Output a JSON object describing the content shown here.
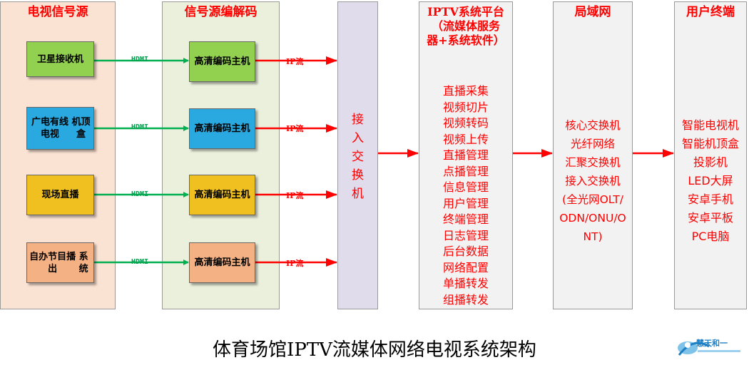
{
  "columns": {
    "source": {
      "title": "电视信号源",
      "color": "#fbe3d4"
    },
    "codec": {
      "title": "信号源编解码",
      "color": "#eaf0dc"
    },
    "switch": {
      "label": "接\n入\n交\n换\n机",
      "color": "#e0dcec"
    },
    "platform": {
      "title": "IPTV系统平台\n（流媒体服务\n器+系统软件）",
      "items": [
        "直播采集",
        "视频切片",
        "视频转码",
        "视频上传",
        "直播管理",
        "点播管理",
        "信息管理",
        "用户管理",
        "终端管理",
        "日志管理",
        "后台数据",
        "网络配置",
        "单播转发",
        "组播转发"
      ],
      "color": "#f2f2f2"
    },
    "lan": {
      "title": "局域网",
      "items": [
        "核心交换机",
        "光纤网络",
        "汇聚交换机",
        "接入交换机",
        "(全光网OLT/",
        "ODN/ONU/O",
        "NT)"
      ],
      "color": "#f2f2f2"
    },
    "terminal": {
      "title": "用户终端",
      "items": [
        "智能电视机",
        "智能机顶盒",
        "投影机",
        "LED大屏",
        "安卓手机",
        "安卓平板",
        "PC电脑"
      ],
      "color": "#f2f2f2"
    }
  },
  "sources": [
    {
      "label": "卫星接收机",
      "color": "#92d050"
    },
    {
      "label": "广电有线电视\n机顶盒",
      "color": "#2aa8e0"
    },
    {
      "label": "现场直播",
      "color": "#f0c020"
    },
    {
      "label": "自办节目播出\n系统",
      "color": "#f4b183"
    }
  ],
  "encoders": [
    {
      "label": "高清编码主机",
      "color": "#92d050"
    },
    {
      "label": "高清编码主机",
      "color": "#2aa8e0"
    },
    {
      "label": "高清编码主机",
      "color": "#f0c020"
    },
    {
      "label": "高清编码主机",
      "color": "#f4b183"
    }
  ],
  "links": {
    "hdmi": "HDMI",
    "ip": "IP流",
    "hdmi_color": "#00b050",
    "ip_color": "#ff0000"
  },
  "caption": "体育场馆IPTV流媒体网络电视系统架构",
  "logo_text": "慧天和一"
}
